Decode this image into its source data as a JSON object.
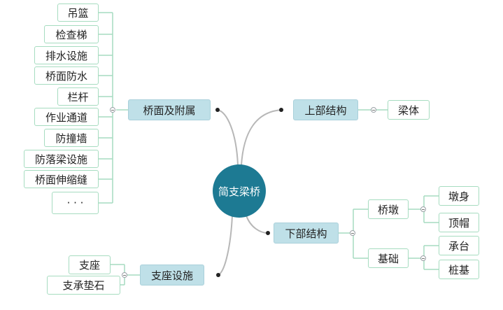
{
  "root": {
    "label": "简支梁桥"
  },
  "upper": {
    "label": "上部结构",
    "children": [
      "梁体"
    ]
  },
  "lower": {
    "label": "下部结构",
    "pier": {
      "label": "桥墩",
      "children": [
        "墩身",
        "顶帽"
      ]
    },
    "foundation": {
      "label": "基础",
      "children": [
        "承台",
        "桩基"
      ]
    }
  },
  "deck": {
    "label": "桥面及附属",
    "children": [
      "吊篮",
      "检查梯",
      "排水设施",
      "桥面防水",
      "栏杆",
      "作业通道",
      "防撞墙",
      "防落梁设施",
      "桥面伸缩缝",
      "· · ·"
    ]
  },
  "bearing": {
    "label": "支座设施",
    "children": [
      "支座",
      "支承垫石"
    ]
  },
  "colors": {
    "root_fill": "#1d7a93",
    "main_fill": "#bfe0e8",
    "leaf_border": "#a6dcc0",
    "main_connector": "#b7b7b7",
    "leaf_connector": "#a6dcc0"
  }
}
